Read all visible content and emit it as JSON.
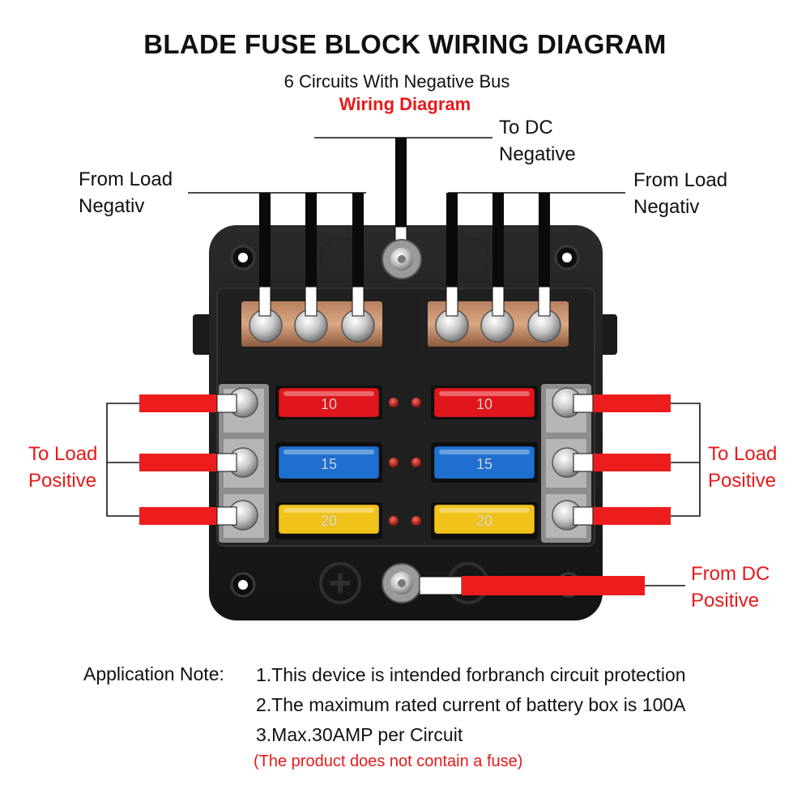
{
  "title": "BLADE FUSE BLOCK WIRING DIAGRAM",
  "subtitle": "6 Circuits With Negative Bus",
  "subtitle_red": "Wiring Diagram",
  "labels": {
    "to_dc_negative": [
      "To DC",
      "Negative"
    ],
    "from_load_negative_left": [
      "From Load",
      "Negativ"
    ],
    "from_load_negative_right": [
      "From Load",
      "Negativ"
    ],
    "to_load_positive_left": [
      "To Load",
      "Positive"
    ],
    "to_load_positive_right": [
      "To Load",
      "Positive"
    ],
    "from_dc_positive": [
      "From DC",
      "Positive"
    ]
  },
  "fuses": {
    "left": [
      "10",
      "15",
      "20"
    ],
    "right": [
      "10",
      "15",
      "20"
    ]
  },
  "fuse_colors": {
    "10": "#e0161c",
    "15": "#1e6fd0",
    "20": "#f0c21a"
  },
  "colors": {
    "accent_red": "#e8191a",
    "wire_red": "#ee1d1d",
    "wire_black": "#0a0a0a",
    "housing": "#1c1c1c"
  },
  "application_note": {
    "heading": "Application Note:",
    "items": [
      "1.This device is intended forbranch circuit protection",
      "2.The maximum rated current of battery box is 100A",
      "3.Max.30AMP per Circuit"
    ],
    "disclaimer": "(The product does not contain a fuse)"
  }
}
